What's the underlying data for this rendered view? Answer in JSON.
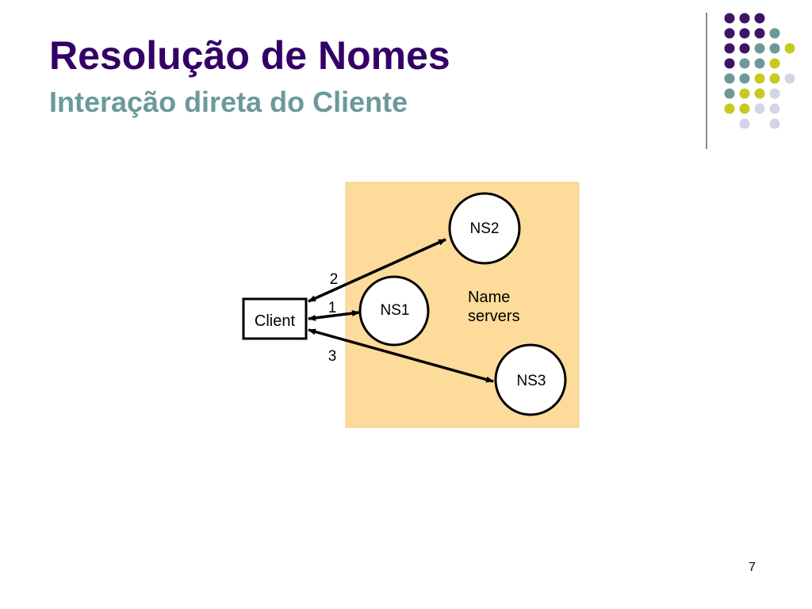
{
  "slide": {
    "title": "Resolução de Nomes",
    "subtitle": "Interação direta do Cliente",
    "page_number": "7"
  },
  "colors": {
    "title": "#330066",
    "subtitle": "#6b9999",
    "panel": "#fddb9a",
    "dot_purple": "#3d1466",
    "dot_teal": "#6b9999",
    "dot_yellow": "#c8c81e",
    "dot_lavender": "#d4d4e6"
  },
  "diagram": {
    "client_label": "Client",
    "nodes": [
      {
        "id": "ns1",
        "label": "NS1"
      },
      {
        "id": "ns2",
        "label": "NS2"
      },
      {
        "id": "ns3",
        "label": "NS3"
      }
    ],
    "edges": [
      {
        "from": "client",
        "to": "ns1",
        "label": "1"
      },
      {
        "from": "client",
        "to": "ns2",
        "label": "2"
      },
      {
        "from": "client",
        "to": "ns3",
        "label": "3"
      }
    ],
    "group_label_line1": "Name",
    "group_label_line2": "servers"
  }
}
